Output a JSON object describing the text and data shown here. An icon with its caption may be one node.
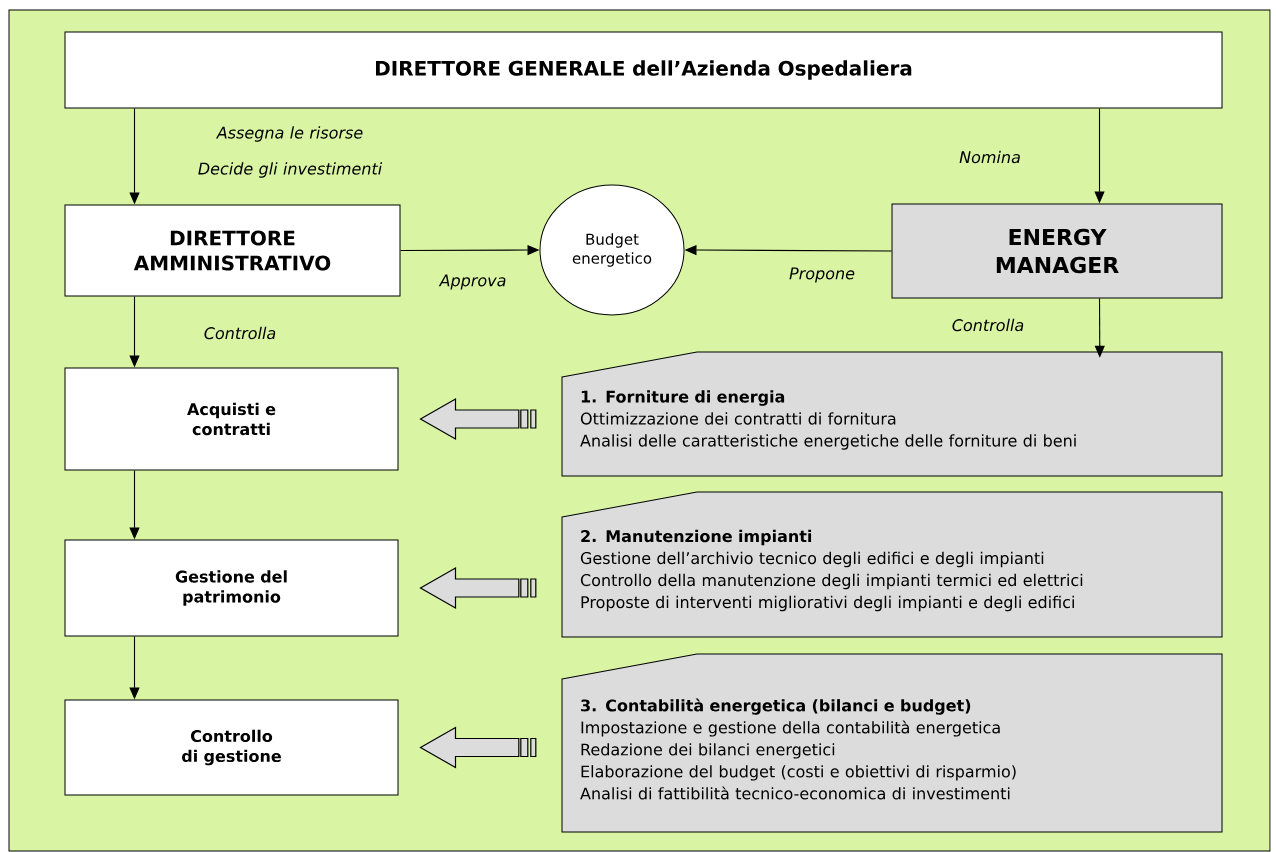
{
  "diagram": {
    "nodes": [
      {
        "text": [
          "DIRETTORE GENERALE dell’Azienda Ospedaliera"
        ]
      },
      {
        "text": [
          "DIRETTORE AMMINISTRATIVO"
        ]
      },
      {
        "text": [
          "Budget energetico"
        ]
      },
      {
        "text": [
          "ENERGY MANAGER"
        ]
      },
      {
        "text": [
          "Acquisti e contratti"
        ]
      },
      {
        "text": [
          "Gestione del patrimonio"
        ]
      },
      {
        "text": [
          "Controllo di gestione"
        ]
      },
      {
        "text": [
          "1. Forniture di energia",
          "Ottimizzazione dei contratti di fornitura",
          "Analisi delle caratteristiche energetiche delle forniture di beni"
        ]
      },
      {
        "text": [
          "2. Manutenzione impianti",
          "Gestione dell’archivio tecnico degli edifici e degli impianti",
          "Controllo della manutenzione degli impianti termici ed elettrici",
          "Proposte di interventi migliorativi degli impianti e degli edifici"
        ]
      },
      {
        "text": [
          "3.  Contabilità energetica (bilanci e budget)",
          "Impostazione e gestione della contabilità energetica",
          "Redazione dei bilanci energetici",
          "Elaborazione del budget (costi e obiettivi di risparmio)",
          "Analisi di fattibilità tecnico-economica di investimenti"
        ]
      }
    ],
    "edges": [
      {
        "from": 0,
        "to": 1,
        "arrow": "to",
        "label": "Assegna le risorse Decide gli investimenti"
      },
      {
        "from": 0,
        "to": 3,
        "arrow": "to",
        "label": "Nomina"
      },
      {
        "from": 1,
        "to": 2,
        "arrow": "to",
        "label": "Approva"
      },
      {
        "from": 3,
        "to": 2,
        "arrow": "to",
        "label": "Propone"
      },
      {
        "from": 1,
        "to": 4,
        "arrow": "to",
        "label": "Controlla"
      },
      {
        "from": 3,
        "to": 7,
        "arrow": "to",
        "label": "Controlla"
      },
      {
        "from": 4,
        "to": 5,
        "arrow": "to"
      },
      {
        "from": 5,
        "to": 6,
        "arrow": "to"
      },
      {
        "from": 7,
        "to": 4,
        "arrow": "to",
        "style": "thick"
      },
      {
        "from": 8,
        "to": 5,
        "arrow": "to",
        "style": "thick"
      },
      {
        "from": 9,
        "to": 6,
        "arrow": "to",
        "style": "thick"
      }
    ]
  }
}
